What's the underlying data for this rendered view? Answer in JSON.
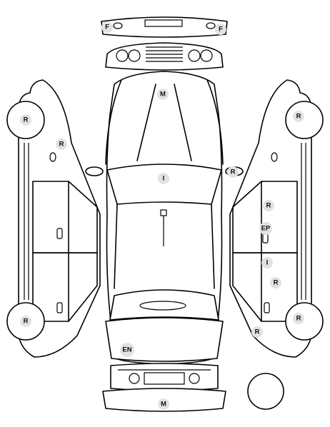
{
  "markers": {
    "front_bumper_left": "F",
    "front_bumper_right": "F",
    "hood": "M",
    "left_front_wheel": "R",
    "left_front_door_area": "R",
    "left_rear_wheel": "R",
    "windshield": "I",
    "right_mirror": "R",
    "right_front_wheel": "R",
    "right_door_upper": "R",
    "right_door_ep": "EP",
    "right_door_glass": "I",
    "right_door_lower": "R",
    "right_rear_wheel": "R",
    "right_rear_quarter": "R",
    "trunk": "EN",
    "rear_bumper": "M"
  },
  "colors": {
    "line": "#000000",
    "badge": "#e2e2e2",
    "background": "#ffffff"
  }
}
